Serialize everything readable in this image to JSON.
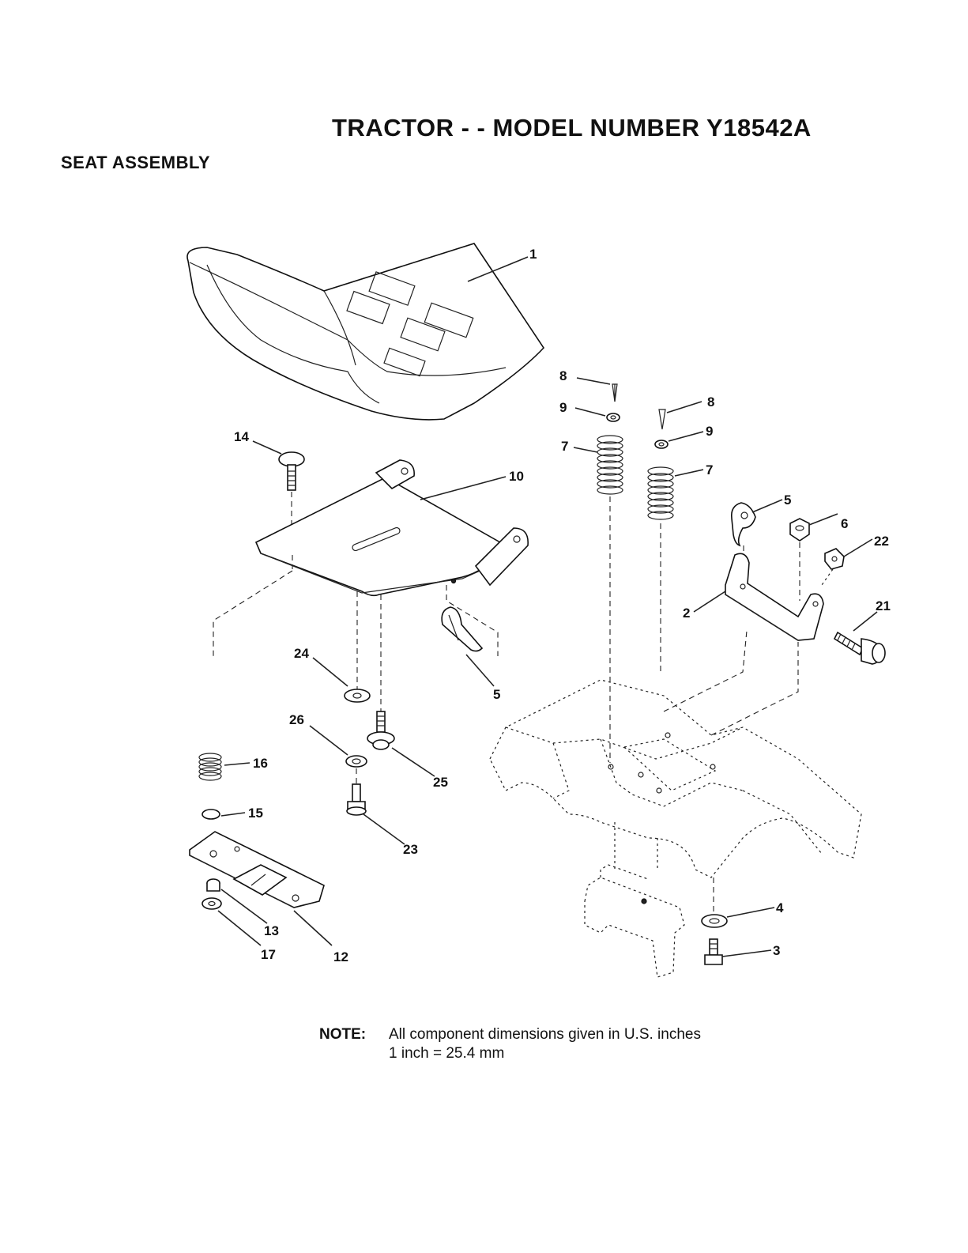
{
  "title": "TRACTOR - - MODEL NUMBER Y18542A",
  "section": "SEAT ASSEMBLY",
  "callouts": [
    {
      "label": "1",
      "part": "seat"
    },
    {
      "label": "14",
      "part": "carriage bolt"
    },
    {
      "label": "10",
      "part": "seat pan"
    },
    {
      "label": "8",
      "part": "cotter pin (left)"
    },
    {
      "label": "9",
      "part": "washer (left)"
    },
    {
      "label": "7",
      "part": "spring (left)"
    },
    {
      "label": "8",
      "part": "cotter pin (right)"
    },
    {
      "label": "9",
      "part": "washer (right)"
    },
    {
      "label": "7",
      "part": "spring (right)"
    },
    {
      "label": "5",
      "part": "knob"
    },
    {
      "label": "6",
      "part": "nut"
    },
    {
      "label": "22",
      "part": "nut"
    },
    {
      "label": "2",
      "part": "bracket"
    },
    {
      "label": "21",
      "part": "bolt"
    },
    {
      "label": "24",
      "part": "washer"
    },
    {
      "label": "5",
      "part": "clip"
    },
    {
      "label": "26",
      "part": "washer"
    },
    {
      "label": "25",
      "part": "screw"
    },
    {
      "label": "16",
      "part": "spring"
    },
    {
      "label": "15",
      "part": "ring"
    },
    {
      "label": "23",
      "part": "bolt"
    },
    {
      "label": "13",
      "part": "nut"
    },
    {
      "label": "17",
      "part": "washer"
    },
    {
      "label": "12",
      "part": "slide plate"
    },
    {
      "label": "4",
      "part": "washer"
    },
    {
      "label": "3",
      "part": "bolt"
    }
  ],
  "note": {
    "label": "NOTE:",
    "line1": "All component dimensions given in U.S. inches",
    "line2": "1 inch = 25.4 mm"
  }
}
